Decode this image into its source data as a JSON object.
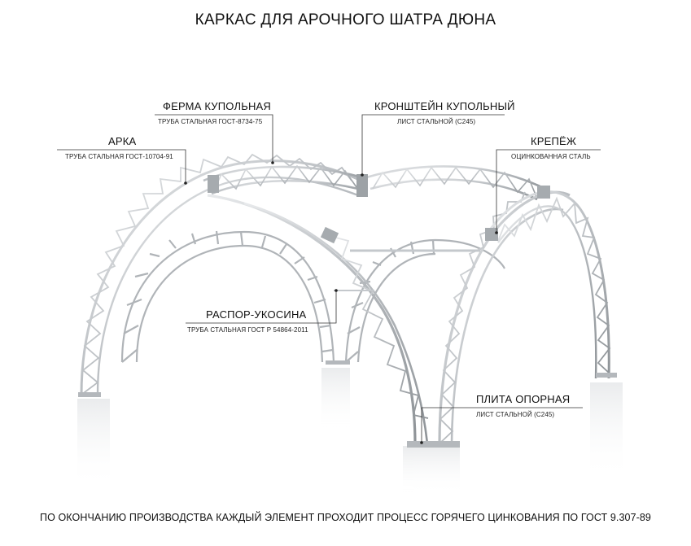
{
  "title": "КАРКАС ДЛЯ АРОЧНОГО ШАТРА ДЮНА",
  "footer": "ПО ОКОНЧАНИЮ ПРОИЗВОДСТВА КАЖДЫЙ ЭЛЕМЕНТ ПРОХОДИТ ПРОЦЕСС ГОРЯЧЕГО ЦИНКОВАНИЯ ПО ГОСТ 9.307-89",
  "callouts": {
    "arka": {
      "name": "АРКА",
      "spec": "ТРУБА СТАЛЬНАЯ ГОСТ-10704-91"
    },
    "ferma": {
      "name": "ФЕРМА КУПОЛЬНАЯ",
      "spec": "ТРУБА СТАЛЬНАЯ ГОСТ-8734-75"
    },
    "kronshtein": {
      "name": "КРОНШТЕЙН КУПОЛЬНЫЙ",
      "spec": "ЛИСТ СТАЛЬНОЙ (С245)"
    },
    "krepezh": {
      "name": "КРЕПЁЖ",
      "spec": "ОЦИНКОВАННАЯ СТАЛЬ"
    },
    "raspor": {
      "name": "РАСПОР-УКОСИНА",
      "spec": "ТРУБА СТАЛЬНАЯ ГОСТ Р 54864-2011"
    },
    "plita": {
      "name": "ПЛИТА ОПОРНАЯ",
      "spec": "ЛИСТ СТАЛЬНОЙ (С245)"
    }
  }
}
